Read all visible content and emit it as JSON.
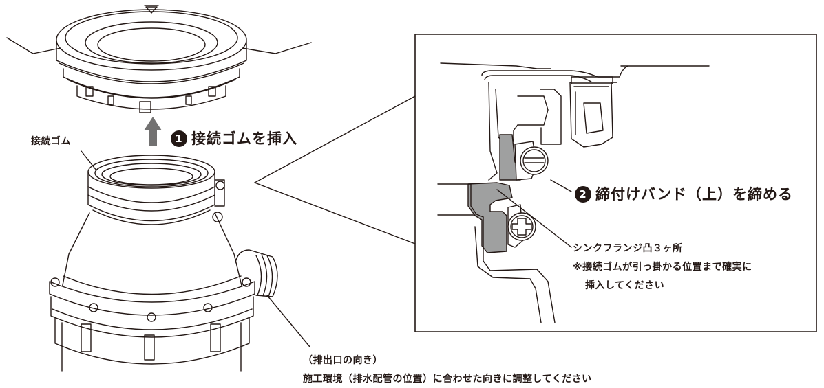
{
  "labels": {
    "rubber_label": "接続ゴム",
    "step1": {
      "num": "1",
      "text": "接続ゴムを挿入"
    },
    "step2": {
      "num": "2",
      "text": "締付けバンド（上）を締める"
    },
    "flange_note_1": "シンクフランジ凸３ヶ所",
    "flange_note_2": "※接続ゴムが引っ掛かる位置まで確実に",
    "flange_note_3": "挿入してください",
    "outlet_title": "（排出口の向き）",
    "outlet_note": "施工環境（排水配管の位置）に合わせた向きに調整してください"
  },
  "colors": {
    "line": "#231815",
    "rubber_fill": "#9fa0a0",
    "arrow_fill": "#727171"
  },
  "icons": [
    "up-arrow-icon",
    "step-number-1-icon",
    "step-number-2-icon",
    "minus-screw-icon",
    "plus-screw-icon"
  ]
}
